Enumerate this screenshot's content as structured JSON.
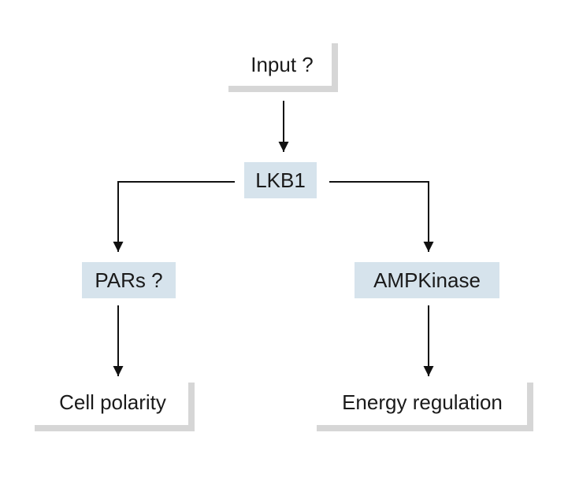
{
  "nodes": {
    "input": "Input ?",
    "lkb1": "LKB1",
    "pars": "PARs ?",
    "ampk": "AMPKinase",
    "polarity": "Cell polarity",
    "energy": "Energy regulation"
  },
  "colors": {
    "box_fill": "#d6e3ec",
    "bracket": "#d6d6d6",
    "line": "#111111"
  }
}
